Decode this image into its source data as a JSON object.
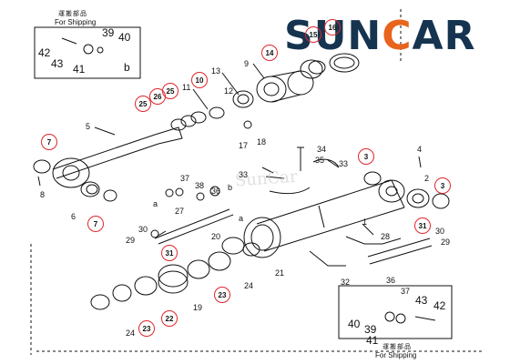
{
  "logo": {
    "text_prefix": "SUN",
    "text_c": "C",
    "text_suffix": "AR",
    "primary_color": "#16344f",
    "accent_color": "#e8631c"
  },
  "watermark": "SunCar",
  "shipping_boxes": {
    "top_left": {
      "jp_label": "運搬部品",
      "en_label": "For Shipping",
      "parts": [
        "39",
        "40",
        "42",
        "43",
        "41",
        "b"
      ]
    },
    "bottom_right": {
      "jp_label": "運搬部品",
      "en_label": "For Shipping",
      "parts": [
        "43",
        "42",
        "40",
        "39",
        "41"
      ]
    }
  },
  "highlight_color": "#e0262b",
  "highlighted_parts": [
    "16",
    "15",
    "14",
    "10",
    "26",
    "25",
    "25",
    "7",
    "7",
    "3",
    "3",
    "31",
    "31",
    "23",
    "22",
    "23"
  ],
  "part_numbers": [
    "13",
    "9",
    "11",
    "12",
    "5",
    "17",
    "18",
    "34",
    "35",
    "33",
    "33",
    "4",
    "2",
    "1",
    "37",
    "38",
    "36",
    "8",
    "6",
    "27",
    "28",
    "30",
    "29",
    "29",
    "30",
    "20",
    "21",
    "24",
    "19",
    "24",
    "32",
    "36",
    "37",
    "a",
    "a",
    "b"
  ]
}
